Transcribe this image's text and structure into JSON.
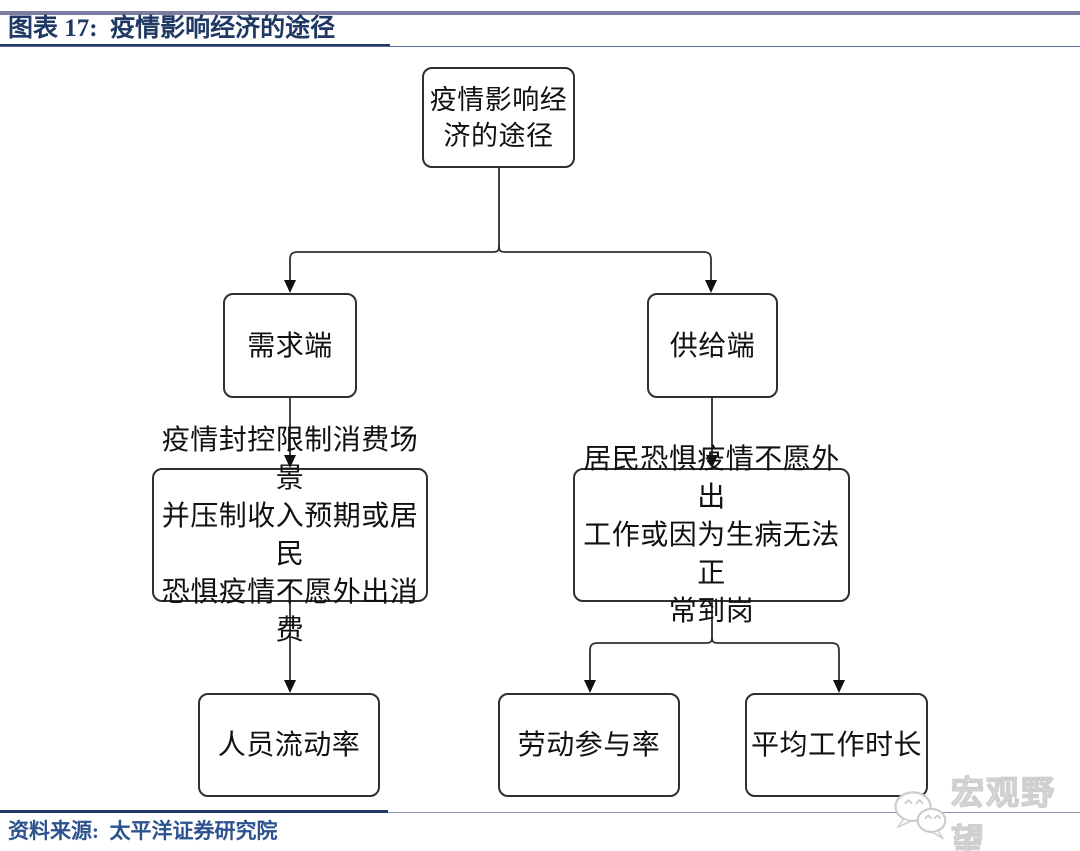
{
  "header": {
    "title": "图表 17:  疫情影响经济的途径"
  },
  "footer": {
    "source": "资料来源:  太平洋证券研究院"
  },
  "chart_data": {
    "type": "flowchart",
    "title": "疫情影响经济的途径",
    "nodes": [
      {
        "id": "root",
        "label": "疫情影响经济的途径"
      },
      {
        "id": "demand",
        "label": "需求端"
      },
      {
        "id": "supply",
        "label": "供给端"
      },
      {
        "id": "demand_detail",
        "label": "疫情封控限制消费场景并压制收入预期或居民恐惧疫情不愿外出消费"
      },
      {
        "id": "supply_detail",
        "label": "居民恐惧疫情不愿外出工作或因为生病无法正常到岗"
      },
      {
        "id": "mobility",
        "label": "人员流动率"
      },
      {
        "id": "participation",
        "label": "劳动参与率"
      },
      {
        "id": "hours",
        "label": "平均工作时长"
      }
    ],
    "edges": [
      [
        "root",
        "demand"
      ],
      [
        "root",
        "supply"
      ],
      [
        "demand",
        "demand_detail"
      ],
      [
        "demand_detail",
        "mobility"
      ],
      [
        "supply",
        "supply_detail"
      ],
      [
        "supply_detail",
        "participation"
      ],
      [
        "supply_detail",
        "hours"
      ]
    ]
  },
  "nodes": {
    "root": {
      "label": "疫情影响经\n济的途径"
    },
    "demand": {
      "label": "需求端"
    },
    "supply": {
      "label": "供给端"
    },
    "demand_detail": {
      "label": "疫情封控限制消费场景\n并压制收入预期或居民\n恐惧疫情不愿外出消费"
    },
    "supply_detail": {
      "label": "居民恐惧疫情不愿外出\n工作或因为生病无法正\n常到岗"
    },
    "mobility": {
      "label": "人员流动率"
    },
    "participation": {
      "label": "劳动参与率"
    },
    "hours": {
      "label": "平均工作时长"
    }
  },
  "watermark": {
    "text": "宏观野望",
    "icon": "wechat-bubbles-icon"
  },
  "colors": {
    "title_text": "#1f3864",
    "source_text": "#2d5290",
    "top_rule": "#7d7da1",
    "rule_dark": "#1f3864",
    "box_border": "#2f2f2f",
    "connector": "#2e2e2e",
    "watermark": "#cfcfcf"
  }
}
